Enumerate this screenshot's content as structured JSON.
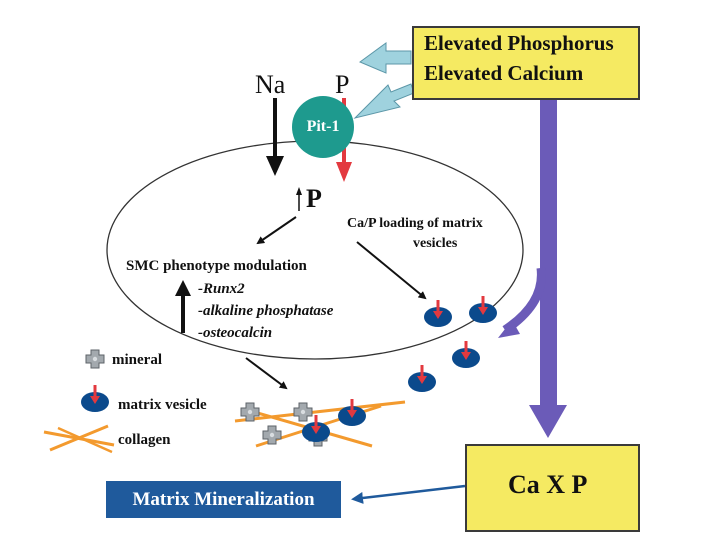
{
  "stimulus_box": {
    "line1": "Elevated Phosphorus",
    "line2": "Elevated Calcium"
  },
  "ions": {
    "sodium": "Na",
    "phosphate": "P"
  },
  "transporter": "Pit-1",
  "intracellular_phosphate": "P",
  "phenotype": {
    "title": "SMC phenotype modulation",
    "genes": [
      "-Runx2",
      "-alkaline phosphatase",
      "-osteocalcin"
    ]
  },
  "vesicle_loading": {
    "line1": "Ca/P loading of matrix",
    "line2": "vesicles"
  },
  "legend": {
    "mineral": "mineral",
    "matrix_vesicle": "matrix vesicle",
    "collagen": "collagen"
  },
  "product_box": "Ca X P",
  "outcome_box": "Matrix Mineralization",
  "colors": {
    "yellow_box": "#f5ea62",
    "blue_box": "#1f5a9c",
    "pit1_teal": "#1e9a8e",
    "vesicle_blue": "#0b4a8c",
    "red_arrow": "#e3393f",
    "purple_arrow": "#6b5bb8",
    "light_blue_arrow": "#9fd2de",
    "collagen_orange": "#f39a2e",
    "mineral_gray": "#9aa0a6"
  }
}
